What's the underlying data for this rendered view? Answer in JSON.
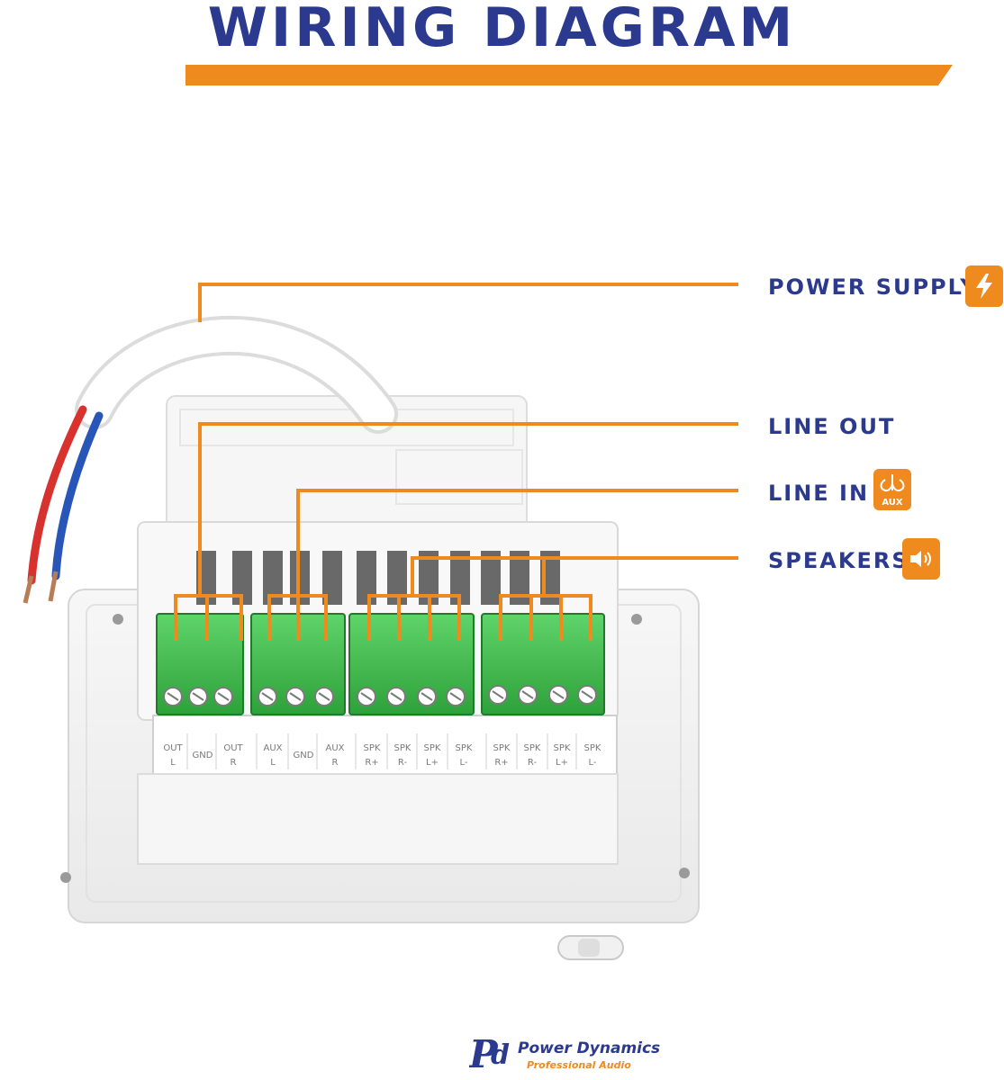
{
  "title": "WIRING DIAGRAM",
  "colors": {
    "title_navy": "#2b3a8f",
    "accent_orange": "#ef8a1f",
    "terminal_green": "#3fbf4a"
  },
  "callouts": [
    {
      "label": "POWER SUPPLY",
      "icon": "lightning-icon"
    },
    {
      "label": "LINE OUT"
    },
    {
      "label": "LINE IN",
      "icon": "aux-icon",
      "icon_text": "AUX"
    },
    {
      "label": "SPEAKERS",
      "icon": "speaker-icon"
    }
  ],
  "terminal_labels": {
    "line_out": [
      {
        "top": "OUT",
        "bottom": "L"
      },
      {
        "top": "GND",
        "bottom": ""
      },
      {
        "top": "OUT",
        "bottom": "R"
      }
    ],
    "line_in": [
      {
        "top": "AUX",
        "bottom": "L"
      },
      {
        "top": "GND",
        "bottom": ""
      },
      {
        "top": "AUX",
        "bottom": "R"
      }
    ],
    "speakers_a": [
      {
        "top": "SPK",
        "bottom": "R+"
      },
      {
        "top": "SPK",
        "bottom": "R-"
      },
      {
        "top": "SPK",
        "bottom": "L+"
      },
      {
        "top": "SPK",
        "bottom": "L-"
      }
    ],
    "speakers_b": [
      {
        "top": "SPK",
        "bottom": "R+"
      },
      {
        "top": "SPK",
        "bottom": "R-"
      },
      {
        "top": "SPK",
        "bottom": "L+"
      },
      {
        "top": "SPK",
        "bottom": "L-"
      }
    ]
  },
  "brand": {
    "name": "Power Dynamics",
    "tagline": "Professional Audio"
  }
}
